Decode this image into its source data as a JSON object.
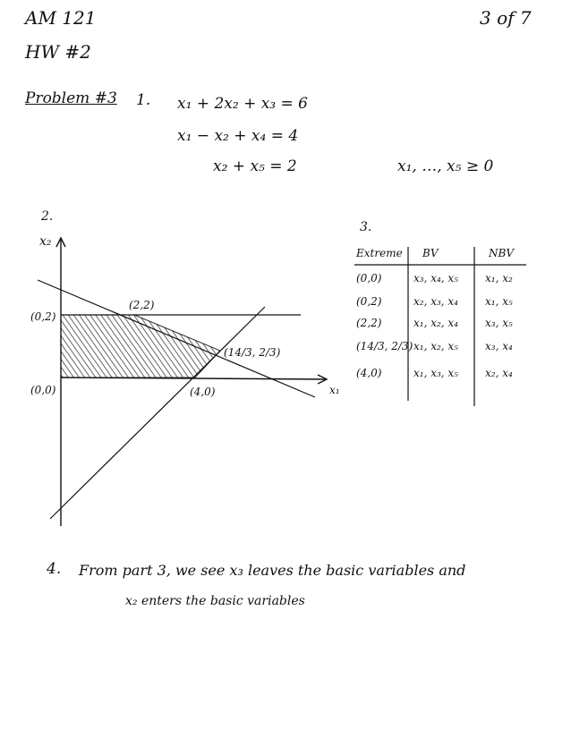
{
  "header": {
    "course": "AM 121",
    "homework": "HW #2",
    "page_of": "3 of 7"
  },
  "problem": {
    "title": "Problem #3",
    "part1_num": "1.",
    "equations": [
      "x₁ + 2x₂ + x₃ = 6",
      "x₁ − x₂ + x₄ = 4",
      "x₂ + x₅ = 2"
    ],
    "nonneg": "x₁, …, x₅ ≥ 0"
  },
  "part2": {
    "num": "2.",
    "y_axis_label": "x₂",
    "x_axis_label": "x₁",
    "points": [
      {
        "label": "(0,0)"
      },
      {
        "label": "(0,2)"
      },
      {
        "label": "(2,2)"
      },
      {
        "label": "(14/3, 2/3)"
      },
      {
        "label": "(4,0)"
      }
    ]
  },
  "part3": {
    "num": "3.",
    "columns": [
      "Extreme",
      "BV",
      "NBV"
    ],
    "rows": [
      [
        "(0,0)",
        "x₃, x₄, x₅",
        "x₁, x₂"
      ],
      [
        "(0,2)",
        "x₂, x₃, x₄",
        "x₁, x₅"
      ],
      [
        "(2,2)",
        "x₁, x₂, x₄",
        "x₃, x₅"
      ],
      [
        "(14/3, 2/3)",
        "x₁, x₂, x₅",
        "x₃, x₄"
      ],
      [
        "(4,0)",
        "x₁, x₃, x₅",
        "x₂, x₄"
      ]
    ]
  },
  "part4": {
    "num": "4.",
    "line1": "From part 3, we see x₃ leaves the basic variables and",
    "line2": "x₂ enters the basic variables"
  },
  "colors": {
    "ink": "#111111",
    "hatch": "#555555"
  }
}
